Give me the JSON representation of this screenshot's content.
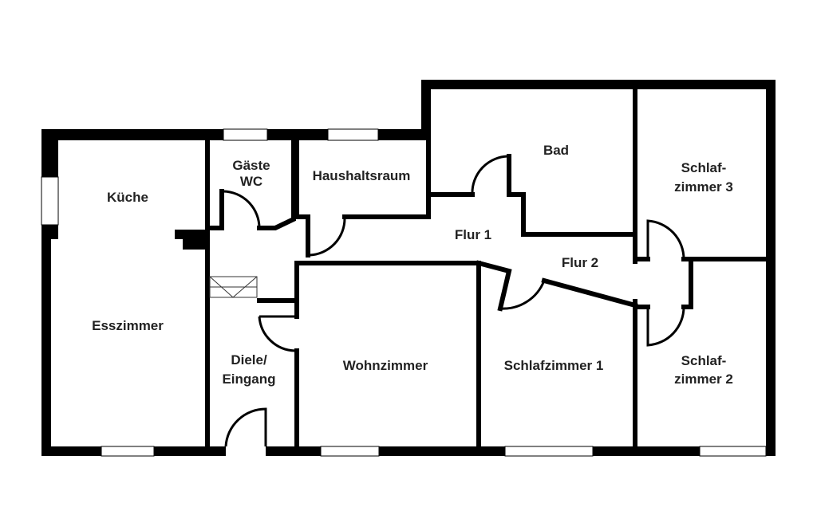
{
  "floorplan": {
    "rooms": {
      "kueche": "Küche",
      "gaeste_wc_1": "Gäste",
      "gaeste_wc_2": "WC",
      "haushaltsraum": "Haushaltsraum",
      "bad": "Bad",
      "schlaf3_1": "Schlaf-",
      "schlaf3_2": "zimmer 3",
      "flur1": "Flur 1",
      "flur2": "Flur 2",
      "esszimmer": "Esszimmer",
      "diele_1": "Diele/",
      "diele_2": "Eingang",
      "wohnzimmer": "Wohnzimmer",
      "schlaf1": "Schlafzimmer 1",
      "schlaf2_1": "Schlaf-",
      "schlaf2_2": "zimmer 2"
    }
  }
}
